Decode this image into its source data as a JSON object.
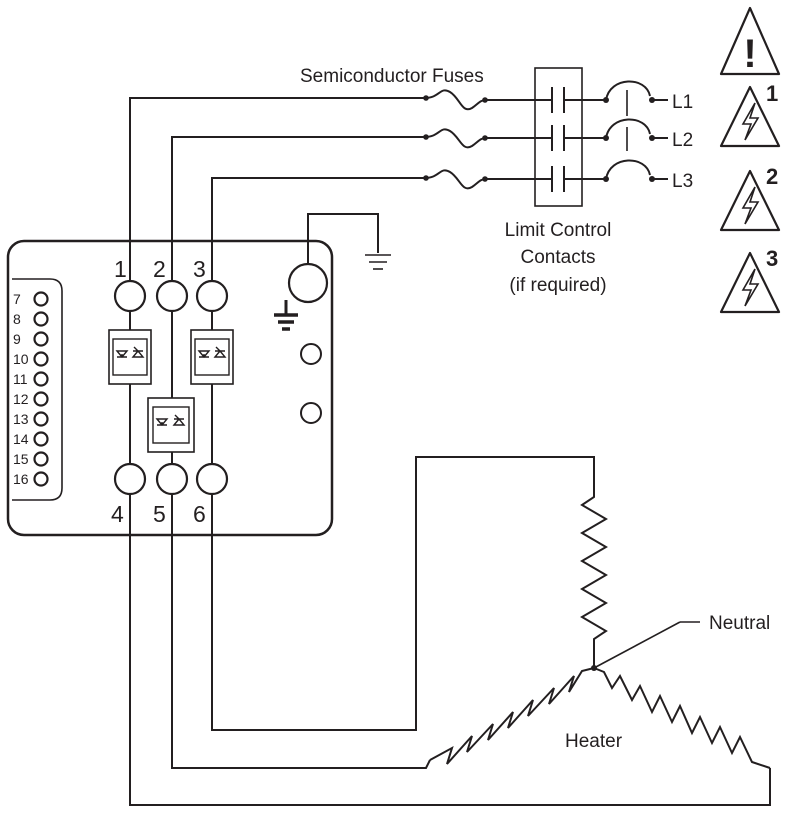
{
  "labels": {
    "fuses": "Semiconductor Fuses",
    "limit_1": "Limit Control",
    "limit_2": "Contacts",
    "limit_3": "(if required)",
    "neutral": "Neutral",
    "heater": "Heater"
  },
  "lines": [
    "L1",
    "L2",
    "L3"
  ],
  "power_terminals_top": [
    "1",
    "2",
    "3"
  ],
  "power_terminals_bottom": [
    "4",
    "5",
    "6"
  ],
  "control_terminals": [
    "7",
    "8",
    "9",
    "10",
    "11",
    "12",
    "13",
    "14",
    "15",
    "16"
  ],
  "warnings": [
    {
      "type": "caution",
      "symbol": "!"
    },
    {
      "type": "shock",
      "number": "1"
    },
    {
      "type": "shock",
      "number": "2"
    },
    {
      "type": "shock",
      "number": "3"
    }
  ],
  "colors": {
    "ink": "#231f20",
    "background": "#ffffff"
  }
}
